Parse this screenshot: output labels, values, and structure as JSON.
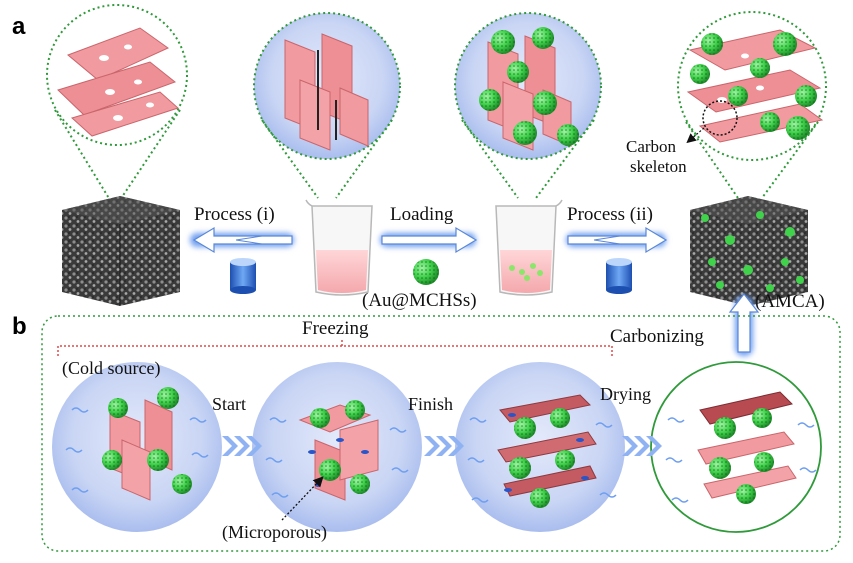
{
  "panel_a": {
    "letter": "a",
    "process_i_label": "Process  (i)",
    "loading_label": "Loading",
    "process_ii_label": "Process  (ii)",
    "particle_label": "(Au@MCHSs)",
    "carbon_skeleton_line1": "Carbon",
    "carbon_skeleton_line2": "skeleton",
    "product_label": "(AMCA)"
  },
  "panel_b": {
    "letter": "b",
    "freezing_label": "Freezing",
    "carbonizing_label": "Carbonizing",
    "cold_source_label": "(Cold source)",
    "start_label": "Start",
    "finish_label": "Finish",
    "drying_label": "Drying",
    "microporous_label": "(Microporous)"
  },
  "colors": {
    "sheet_pink": "#f19a9f",
    "sphere_green": "#3fd24a",
    "bubble_blue": "#c7d3f3",
    "guide_green": "#2f9a3a",
    "freezing_red": "#e04848",
    "arrow_glow": "#6f9ff0",
    "carbon_dark": "#2b2b2b"
  }
}
